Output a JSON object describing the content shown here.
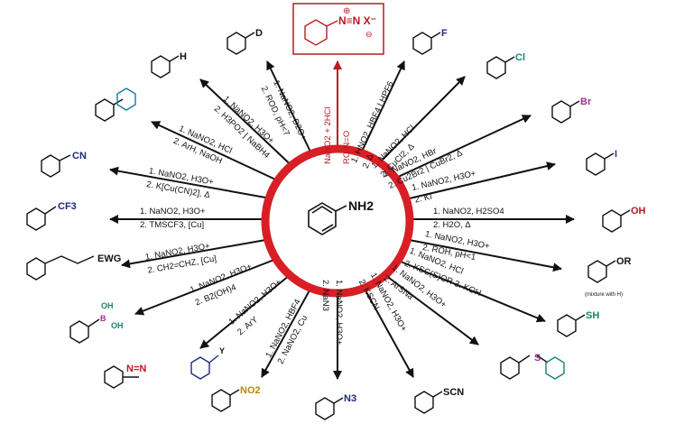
{
  "center": {
    "label": "NH2",
    "ring_color": "#d81f26"
  },
  "colors": {
    "arrow": "#111111",
    "red": "#b81b22",
    "green": "#16866b",
    "navy": "#1e2a7a",
    "teal": "#0f7fa0",
    "ring": "#d81f26"
  },
  "reactions": [
    {
      "id": "diazonium",
      "product": "N≡N X⁻",
      "charges": [
        "⊕",
        "⊖"
      ],
      "reagents": [
        "NaNO2 + 2HCl",
        "RO-N=O"
      ]
    },
    {
      "id": "fluoro",
      "product": "F",
      "reagents": [
        "1. HNO2, HBF4 | HPF6",
        "2. Δ"
      ]
    },
    {
      "id": "chloro",
      "product": "Cl",
      "reagents": [
        "1. NaNO2, HCl",
        "2. CuCl2, Δ"
      ]
    },
    {
      "id": "bromo",
      "product": "Br",
      "reagents": [
        "1. NaNO2, HBr",
        "2. Cu2Br2 | CuBr2, Δ"
      ]
    },
    {
      "id": "iodo",
      "product": "I",
      "reagents": [
        "1. NaNO2, H3O+",
        "2. KI"
      ]
    },
    {
      "id": "phenol",
      "product": "OH",
      "reagents": [
        "1. NaNO2, H2SO4",
        "2. H2O, Δ"
      ]
    },
    {
      "id": "ether",
      "product": "OR",
      "note": "(mixture with H)",
      "reagents": [
        "1. NaNO2, H3O+",
        "2. ROH, pH<1"
      ]
    },
    {
      "id": "thiol",
      "product": "SH",
      "reagents": [
        "1. NaNO2, HCl",
        "2. KSC(S)OR 3. KOH"
      ]
    },
    {
      "id": "sulfide",
      "product": "S",
      "reagents": [
        "1. NaNO2, H3O+",
        "2. ArSNa"
      ]
    },
    {
      "id": "thiocyanate",
      "product": "SCN",
      "reagents": [
        "1. NaNO2, H3O+",
        "2. KSCN"
      ]
    },
    {
      "id": "azide",
      "product": "N3",
      "reagents": [
        "1. NaNO2, H3O+",
        "2. NaN3"
      ]
    },
    {
      "id": "nitro",
      "product": "NO2",
      "reagents": [
        "1. NaNO2, HBF4",
        "2. NaNO2, Cu"
      ]
    },
    {
      "id": "azo",
      "product": "N=N",
      "subst": "Y",
      "reagents": [
        "1. NaNO2, H3O+",
        "2. ArY"
      ]
    },
    {
      "id": "boronic",
      "product": "B(OH)2",
      "labels": [
        "OH",
        "B",
        "OH"
      ],
      "reagents": [
        "1. NaNO2, H3O+",
        "2. B2(OH)4"
      ]
    },
    {
      "id": "alkene",
      "product": "EWG",
      "reagents": [
        "1. NaNO2, H3O+",
        "2. CH2=CHZ, [Cu]"
      ]
    },
    {
      "id": "cf3",
      "product": "CF3",
      "reagents": [
        "1. NaNO2, H3O+",
        "2. TMSCF3, [Cu]"
      ]
    },
    {
      "id": "nitrile",
      "product": "CN",
      "reagents": [
        "1. NaNO2, H3O+",
        "2. K[Cu(CN)2], Δ"
      ]
    },
    {
      "id": "biaryl",
      "product": "",
      "reagents": [
        "1. NaNO2, HCl",
        "2. ArH, NaOH"
      ]
    },
    {
      "id": "reduction",
      "product": "H",
      "reagents": [
        "1. NaNO2, H3O+",
        "2. H3PO2 | NaBH4"
      ]
    },
    {
      "id": "deuteration",
      "product": "D",
      "reagents": [
        "1. NaNO2, D2O+",
        "2. ROD, pH<7"
      ]
    }
  ]
}
